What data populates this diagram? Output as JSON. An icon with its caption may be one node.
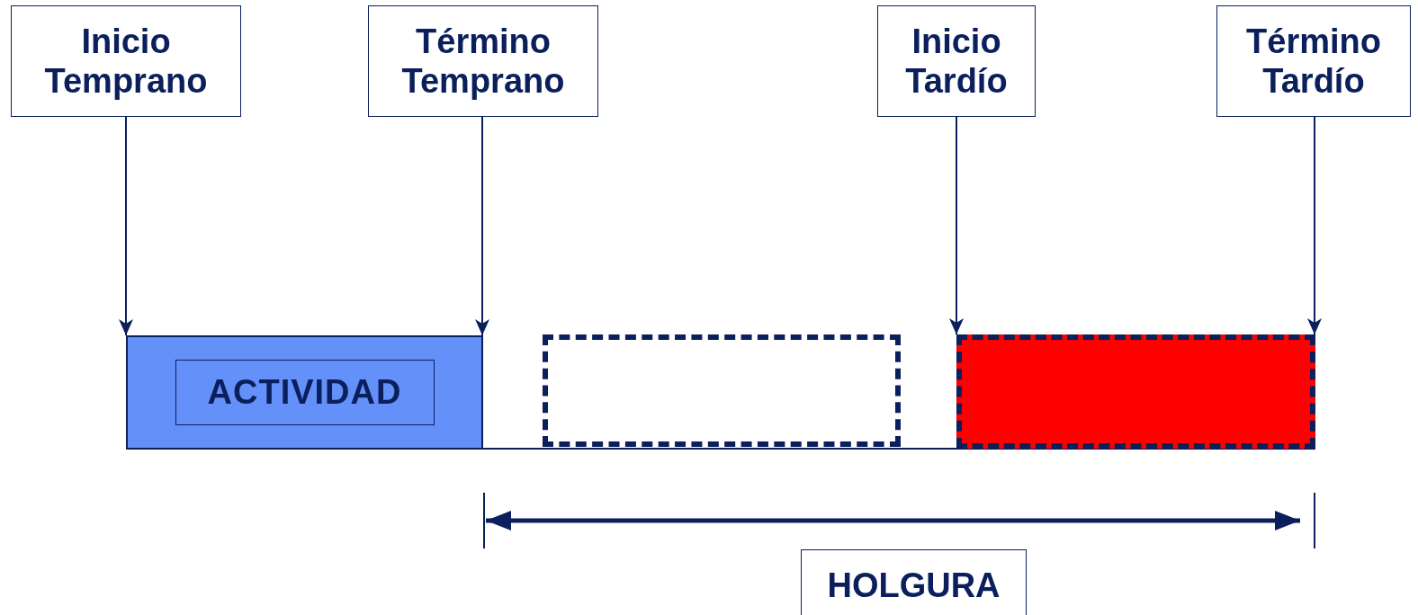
{
  "diagram": {
    "nodes": [
      {
        "text": [
          "Inicio Temprano"
        ]
      },
      {
        "text": [
          "Término Temprano"
        ]
      },
      {
        "text": [
          "Inicio Tardío"
        ]
      },
      {
        "text": [
          "Término Tardío"
        ]
      },
      {
        "text": [
          "ACTIVIDAD"
        ]
      },
      {
        "text": [],
        "shape": "box"
      },
      {
        "text": [],
        "shape": "box"
      },
      {
        "text": [
          "HOLGURA"
        ]
      }
    ],
    "edges": [
      {
        "from": 0,
        "to": 4,
        "arrow": "to"
      },
      {
        "from": 1,
        "to": 4,
        "arrow": "to"
      },
      {
        "from": 2,
        "to": 6,
        "arrow": "to"
      },
      {
        "from": 3,
        "to": 6,
        "arrow": "to"
      }
    ]
  }
}
